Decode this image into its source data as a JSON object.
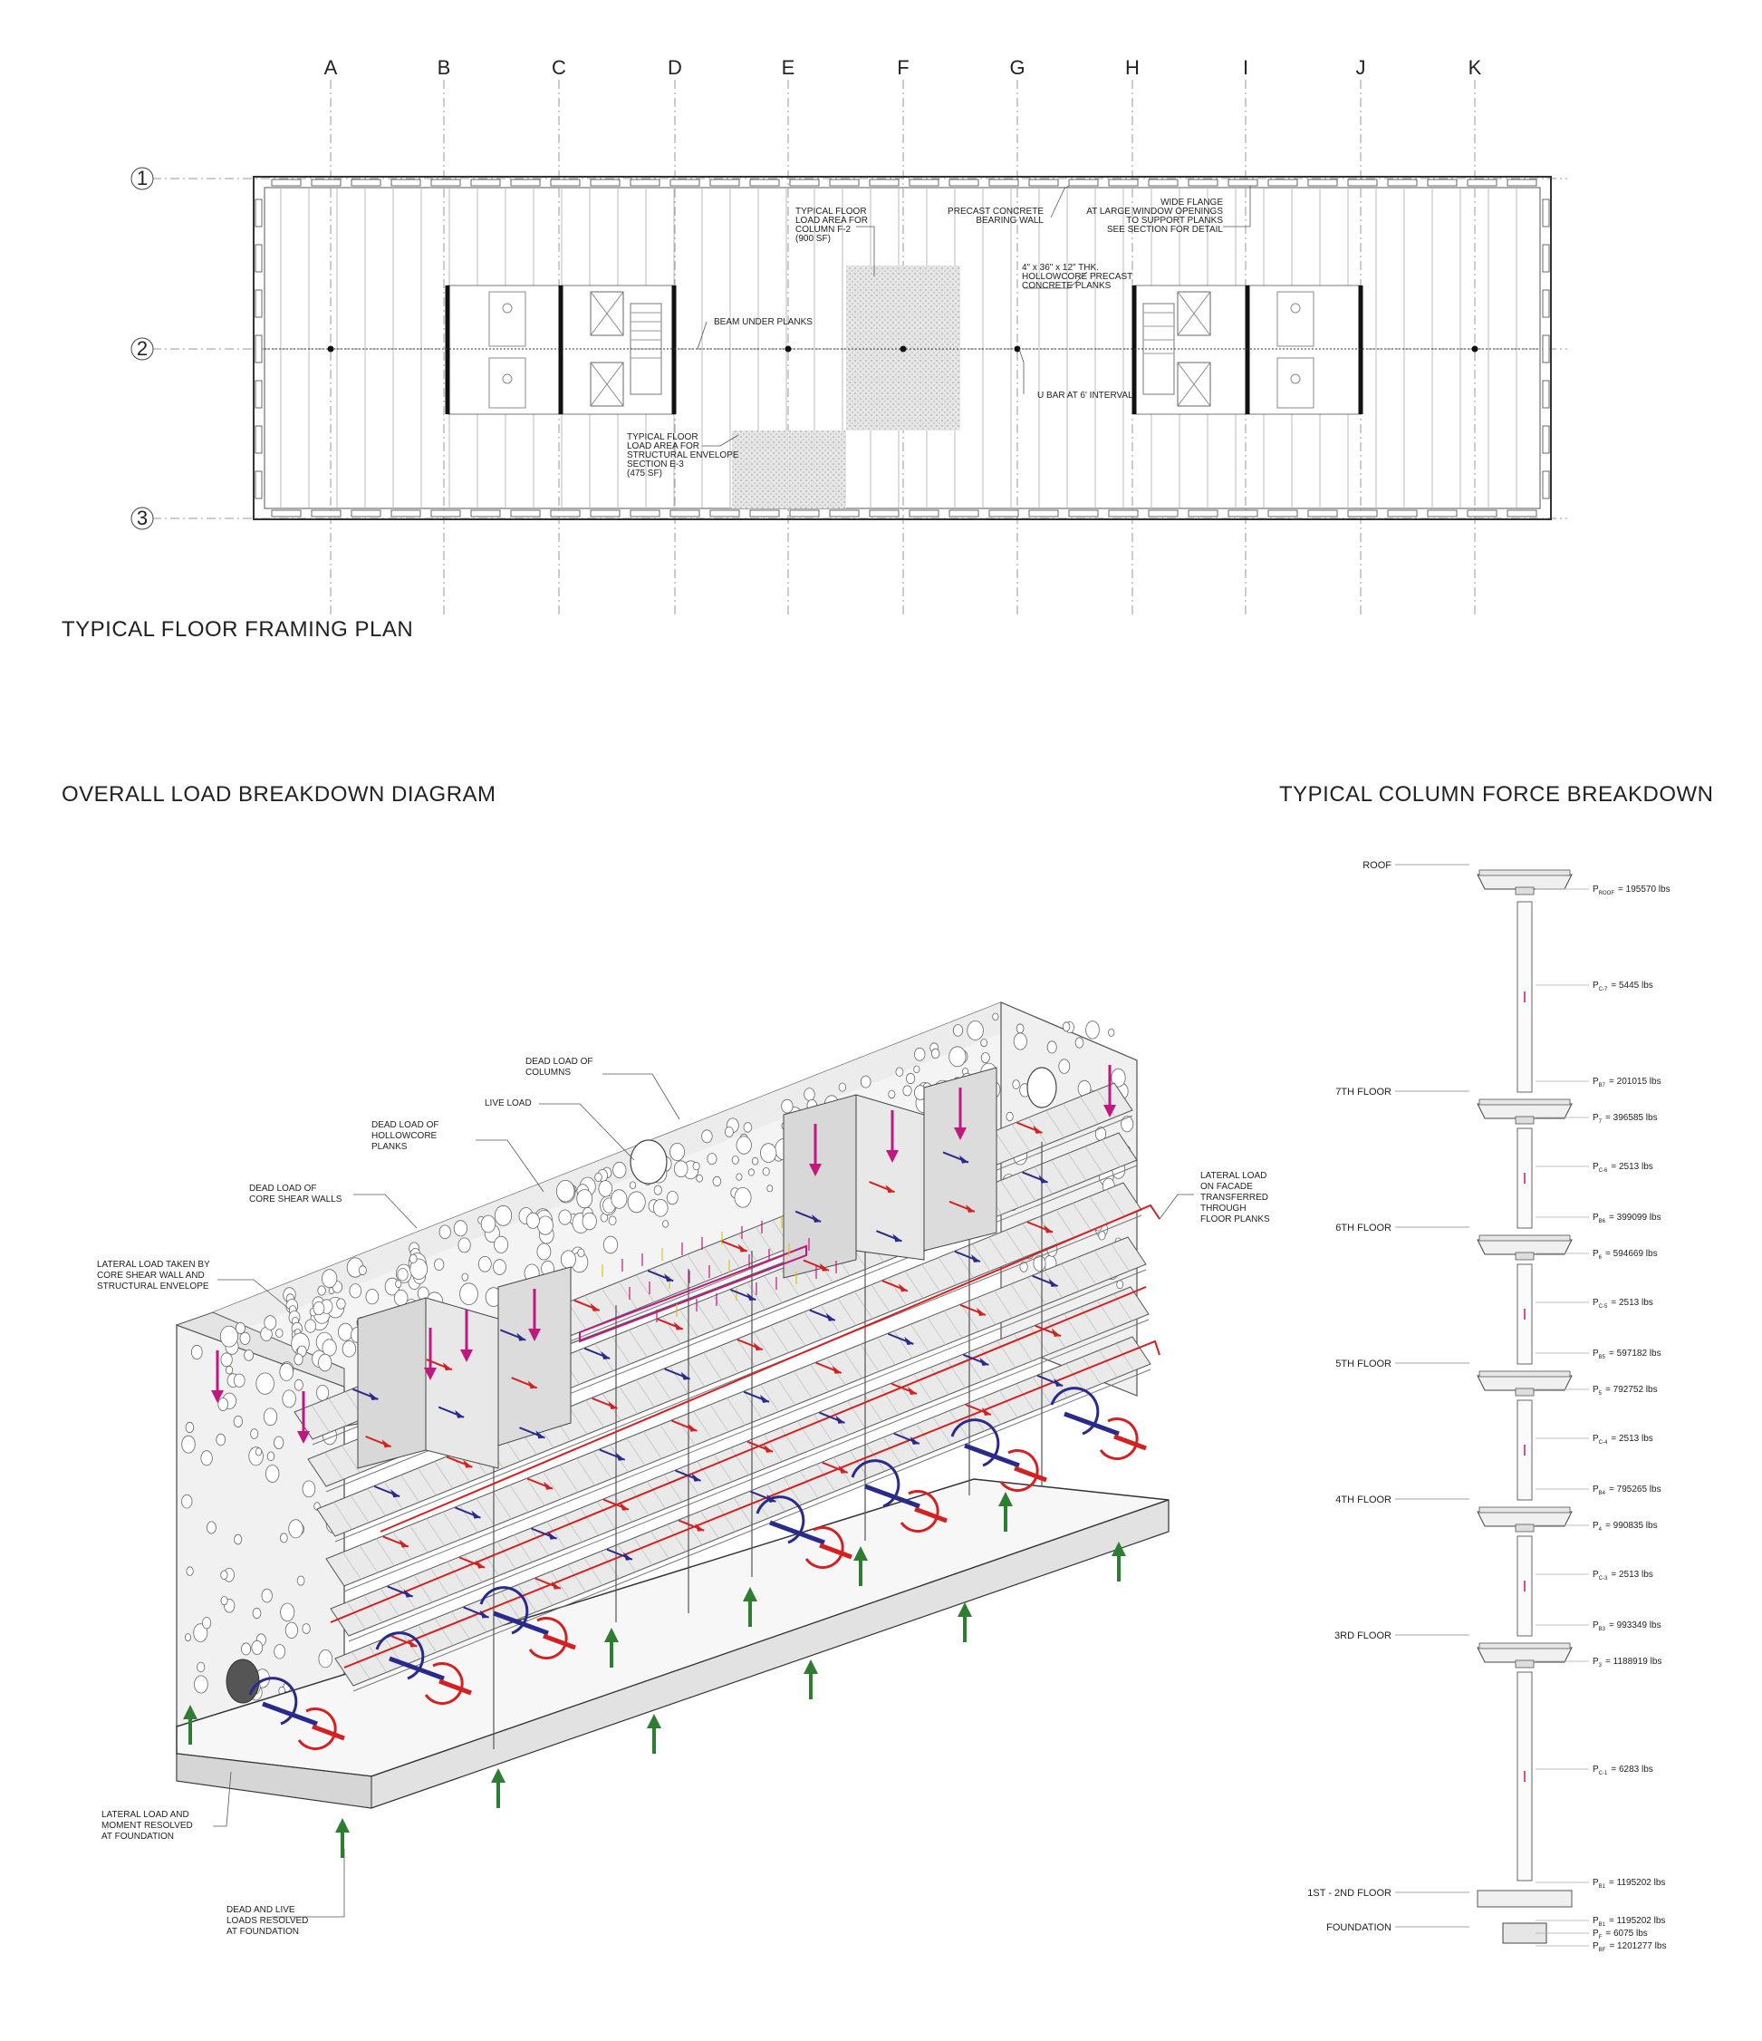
{
  "plan": {
    "title": "TYPICAL FLOOR FRAMING PLAN",
    "grid_columns": [
      "A",
      "B",
      "C",
      "D",
      "E",
      "F",
      "G",
      "H",
      "I",
      "J",
      "K"
    ],
    "grid_rows": [
      "1",
      "2",
      "3"
    ],
    "annotations": {
      "column_area": [
        "TYPICAL FLOOR",
        "LOAD AREA FOR",
        "COLUMN F-2",
        "(900 SF)"
      ],
      "bearing_wall": [
        "PRECAST CONCRETE",
        "BEARING WALL"
      ],
      "wide_flange": [
        "WIDE FLANGE",
        "AT LARGE WINDOW OPENINGS",
        "TO SUPPORT PLANKS",
        "SEE SECTION FOR DETAIL"
      ],
      "planks": [
        "4\" x 36\" x 12\" THK.",
        "HOLLOWCORE PRECAST",
        "CONCRETE PLANKS"
      ],
      "beam": [
        "BEAM UNDER PLANKS"
      ],
      "ubar": [
        "U BAR AT 6' INTERVAL"
      ],
      "envelope_area": [
        "TYPICAL FLOOR",
        "LOAD AREA FOR",
        "STRUCTURAL ENVELOPE",
        "SECTION E-3",
        "(475 SF)"
      ]
    }
  },
  "load": {
    "title": "OVERALL LOAD BREAKDOWN DIAGRAM",
    "labels": {
      "dead_columns": [
        "DEAD LOAD OF",
        "COLUMNS"
      ],
      "live_load": [
        "LIVE LOAD"
      ],
      "dead_planks": [
        "DEAD LOAD OF",
        "HOLLOWCORE",
        "PLANKS"
      ],
      "dead_core": [
        "DEAD LOAD OF",
        "CORE SHEAR WALLS"
      ],
      "lateral_core": [
        "LATERAL LOAD TAKEN BY",
        "CORE SHEAR WALL AND",
        "STRUCTURAL ENVELOPE"
      ],
      "lateral_facade": [
        "LATERAL LOAD",
        "ON FACADE",
        "TRANSFERRED",
        "THROUGH",
        "FLOOR PLANKS"
      ],
      "lateral_foundation": [
        "LATERAL LOAD AND",
        "MOMENT RESOLVED",
        "AT FOUNDATION"
      ],
      "dead_live_foundation": [
        "DEAD AND LIVE",
        "LOADS RESOLVED",
        "AT FOUNDATION"
      ]
    },
    "colors": {
      "dead": "#c0187f",
      "lateral": "#d32020",
      "moment_blue": "#2a2a8c",
      "reaction": "#2e7d32",
      "live": "#e0c020"
    }
  },
  "column": {
    "title": "TYPICAL COLUMN FORCE BREAKDOWN",
    "floors": [
      {
        "name": "ROOF",
        "forces": [
          {
            "sym": "P",
            "sub": "ROOF",
            "text": "= 195570 lbs"
          }
        ]
      },
      {
        "name": "",
        "forces": [
          {
            "sym": "P",
            "sub": "C-7",
            "text": "= 5445 lbs"
          }
        ]
      },
      {
        "name": "7TH FLOOR",
        "forces": [
          {
            "sym": "P",
            "sub": "B7",
            "text": "= 201015 lbs"
          },
          {
            "sym": "P",
            "sub": "7",
            "text": "= 396585 lbs"
          }
        ]
      },
      {
        "name": "",
        "forces": [
          {
            "sym": "P",
            "sub": "C-6",
            "text": "= 2513 lbs"
          }
        ]
      },
      {
        "name": "6TH FLOOR",
        "forces": [
          {
            "sym": "P",
            "sub": "B6",
            "text": "= 399099 lbs"
          },
          {
            "sym": "P",
            "sub": "6",
            "text": "= 594669 lbs"
          }
        ]
      },
      {
        "name": "",
        "forces": [
          {
            "sym": "P",
            "sub": "C-5",
            "text": "= 2513 lbs"
          }
        ]
      },
      {
        "name": "5TH FLOOR",
        "forces": [
          {
            "sym": "P",
            "sub": "B5",
            "text": "= 597182 lbs"
          },
          {
            "sym": "P",
            "sub": "5",
            "text": "= 792752 lbs"
          }
        ]
      },
      {
        "name": "",
        "forces": [
          {
            "sym": "P",
            "sub": "C-4",
            "text": "= 2513 lbs"
          }
        ]
      },
      {
        "name": "4TH FLOOR",
        "forces": [
          {
            "sym": "P",
            "sub": "B4",
            "text": "= 795265 lbs"
          },
          {
            "sym": "P",
            "sub": "4",
            "text": "= 990835 lbs"
          }
        ]
      },
      {
        "name": "",
        "forces": [
          {
            "sym": "P",
            "sub": "C-3",
            "text": "= 2513 lbs"
          }
        ]
      },
      {
        "name": "3RD FLOOR",
        "forces": [
          {
            "sym": "P",
            "sub": "B3",
            "text": "= 993349 lbs"
          },
          {
            "sym": "P",
            "sub": "3",
            "text": "= 1188919 lbs"
          }
        ]
      },
      {
        "name": "",
        "forces": [
          {
            "sym": "P",
            "sub": "C-1",
            "text": "= 6283 lbs"
          }
        ]
      },
      {
        "name": "1ST - 2ND FLOOR",
        "forces": [
          {
            "sym": "P",
            "sub": "B1",
            "text": "= 1195202 lbs"
          }
        ]
      },
      {
        "name": "FOUNDATION",
        "forces": [
          {
            "sym": "P",
            "sub": "B1",
            "text": "= 1195202 lbs"
          },
          {
            "sym": "P",
            "sub": "F",
            "text": "= 6075 lbs"
          },
          {
            "sym": "P",
            "sub": "BF",
            "text": "= 1201277 lbs"
          }
        ]
      }
    ]
  }
}
